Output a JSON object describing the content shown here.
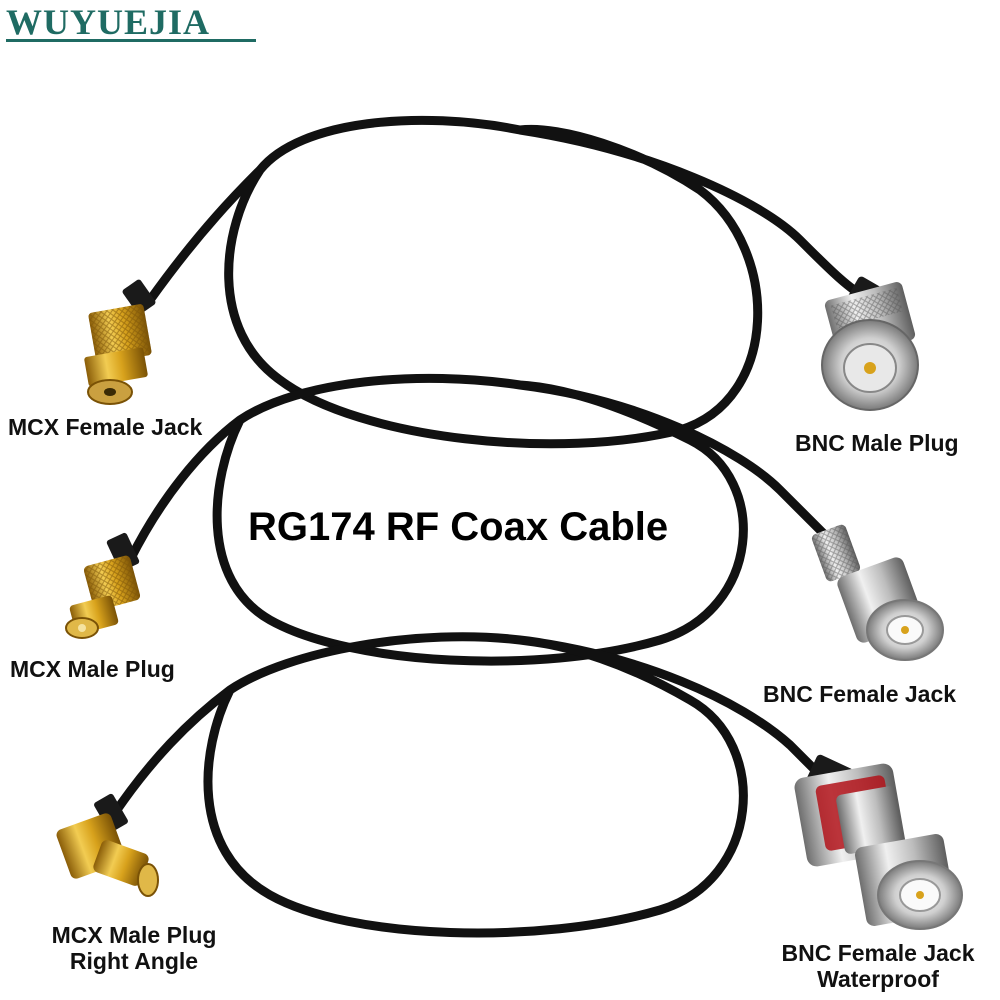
{
  "brand": {
    "name": "WUYUEJIA",
    "color": "#1f6b63"
  },
  "headline": "RG174 RF Coax Cable",
  "cables": [
    {
      "left_connector": "MCX Female Jack",
      "right_connector": "BNC Male Plug"
    },
    {
      "left_connector": "MCX Male Plug",
      "right_connector": "BNC Female Jack"
    },
    {
      "left_connector_line1": "MCX Male Plug",
      "left_connector_line2": "Right Angle",
      "right_connector_line1": "BNC Female Jack",
      "right_connector_line2": "Waterproof"
    }
  ],
  "colors": {
    "cable": "#111111",
    "gold": "#d8a21c",
    "silver": "#b9b9b9",
    "text": "#111111"
  }
}
